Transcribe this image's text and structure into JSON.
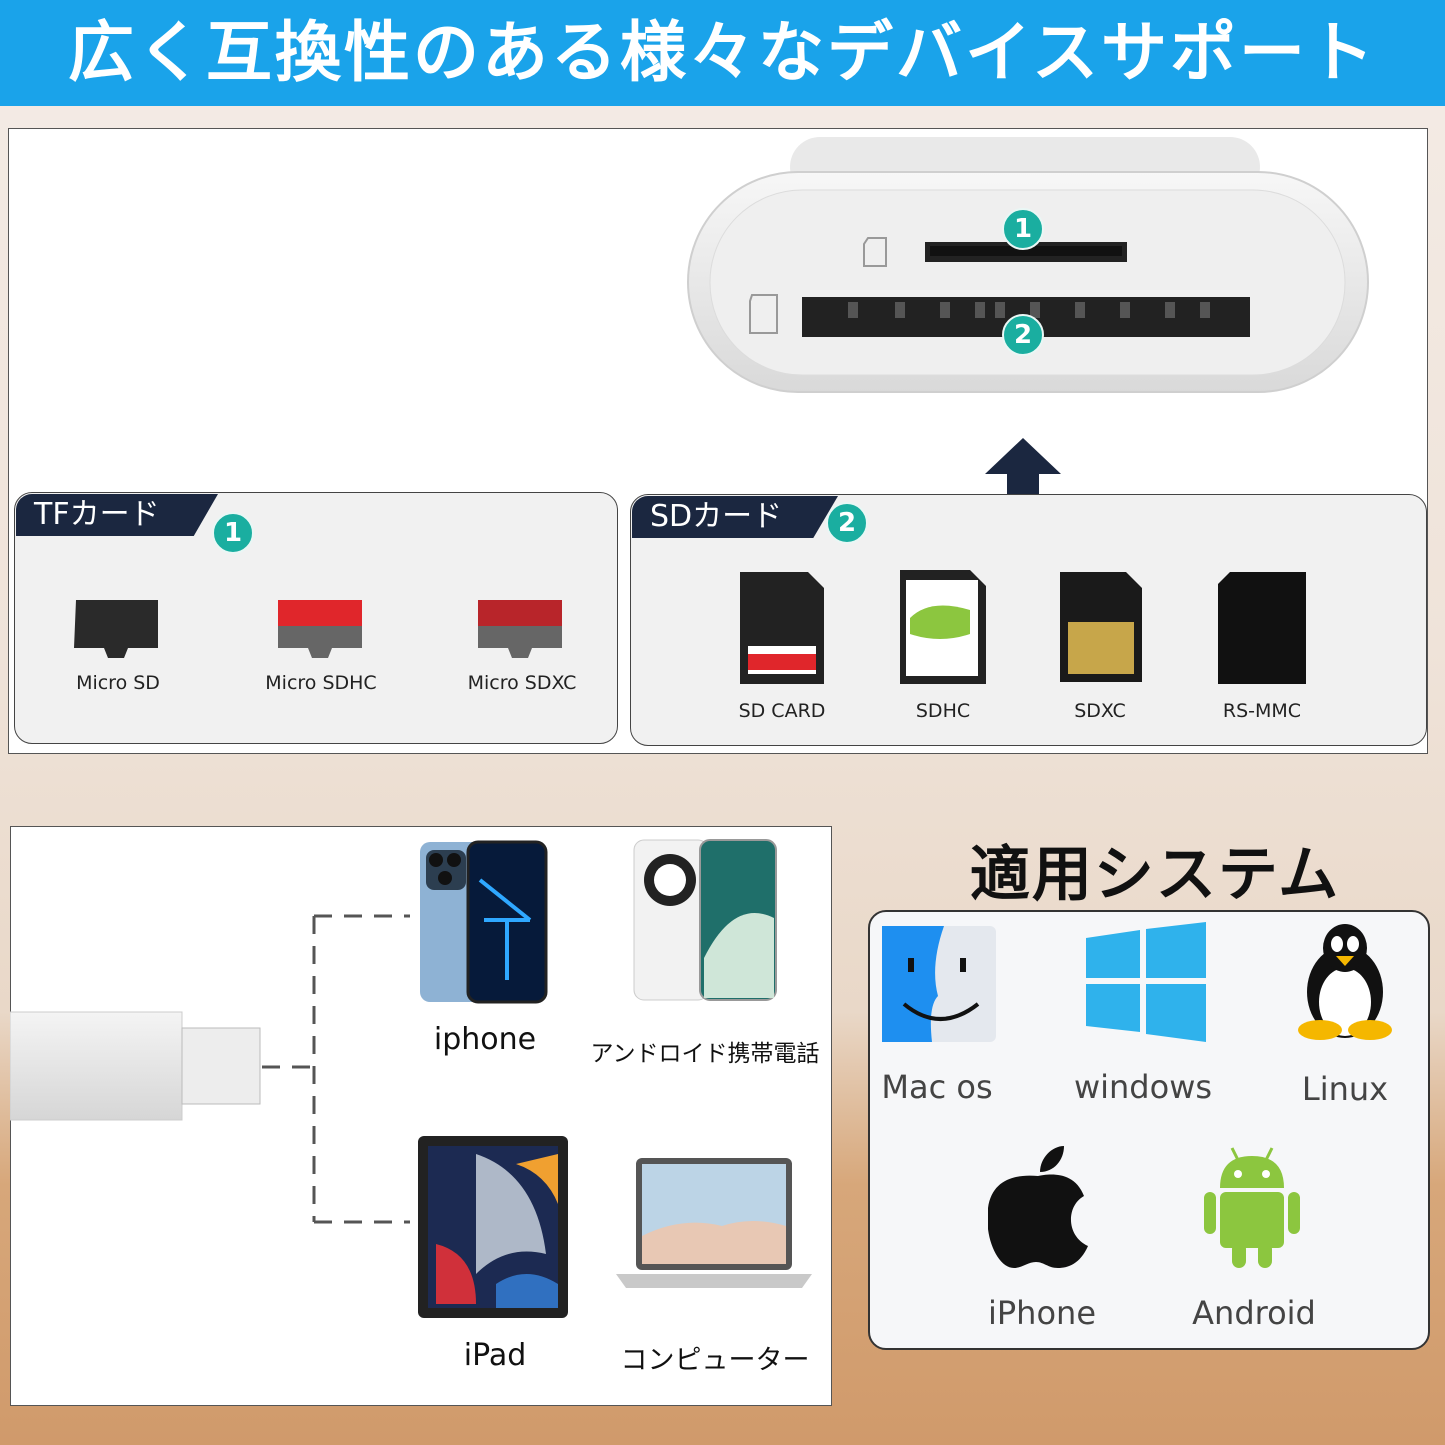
{
  "header": {
    "title": "広く互換性のある様々なデバイスサポート",
    "bg_color": "#1aa3ea"
  },
  "card_reader": {
    "slot_badges": [
      "1",
      "2"
    ]
  },
  "tf_group": {
    "tag": "TFカード",
    "badge": "1",
    "cards": [
      {
        "label": "Micro SD"
      },
      {
        "label": "Micro SDHC"
      },
      {
        "label": "Micro SDXC"
      }
    ]
  },
  "sd_group": {
    "tag": "SDカード",
    "badge": "2",
    "cards": [
      {
        "label": "SD CARD"
      },
      {
        "label": "SDHC"
      },
      {
        "label": "SDXC"
      },
      {
        "label": "RS-MMC"
      }
    ]
  },
  "devices": [
    {
      "label": "iphone",
      "icon": "iphone-icon"
    },
    {
      "label": "アンドロイド携帯電話",
      "icon": "android-phone-icon"
    },
    {
      "label": "iPad",
      "icon": "ipad-icon"
    },
    {
      "label": "コンピューター",
      "icon": "laptop-icon"
    }
  ],
  "os": {
    "title": "適用システム",
    "items": [
      {
        "label": "Mac os",
        "icon": "finder-icon"
      },
      {
        "label": "windows",
        "icon": "windows-icon"
      },
      {
        "label": "Linux",
        "icon": "tux-icon"
      },
      {
        "label": "iPhone",
        "icon": "apple-icon"
      },
      {
        "label": "Android",
        "icon": "android-robot-icon"
      }
    ]
  },
  "colors": {
    "accent": "#1aa3ea",
    "badge": "#1aaea0",
    "tag": "#1b2740"
  }
}
